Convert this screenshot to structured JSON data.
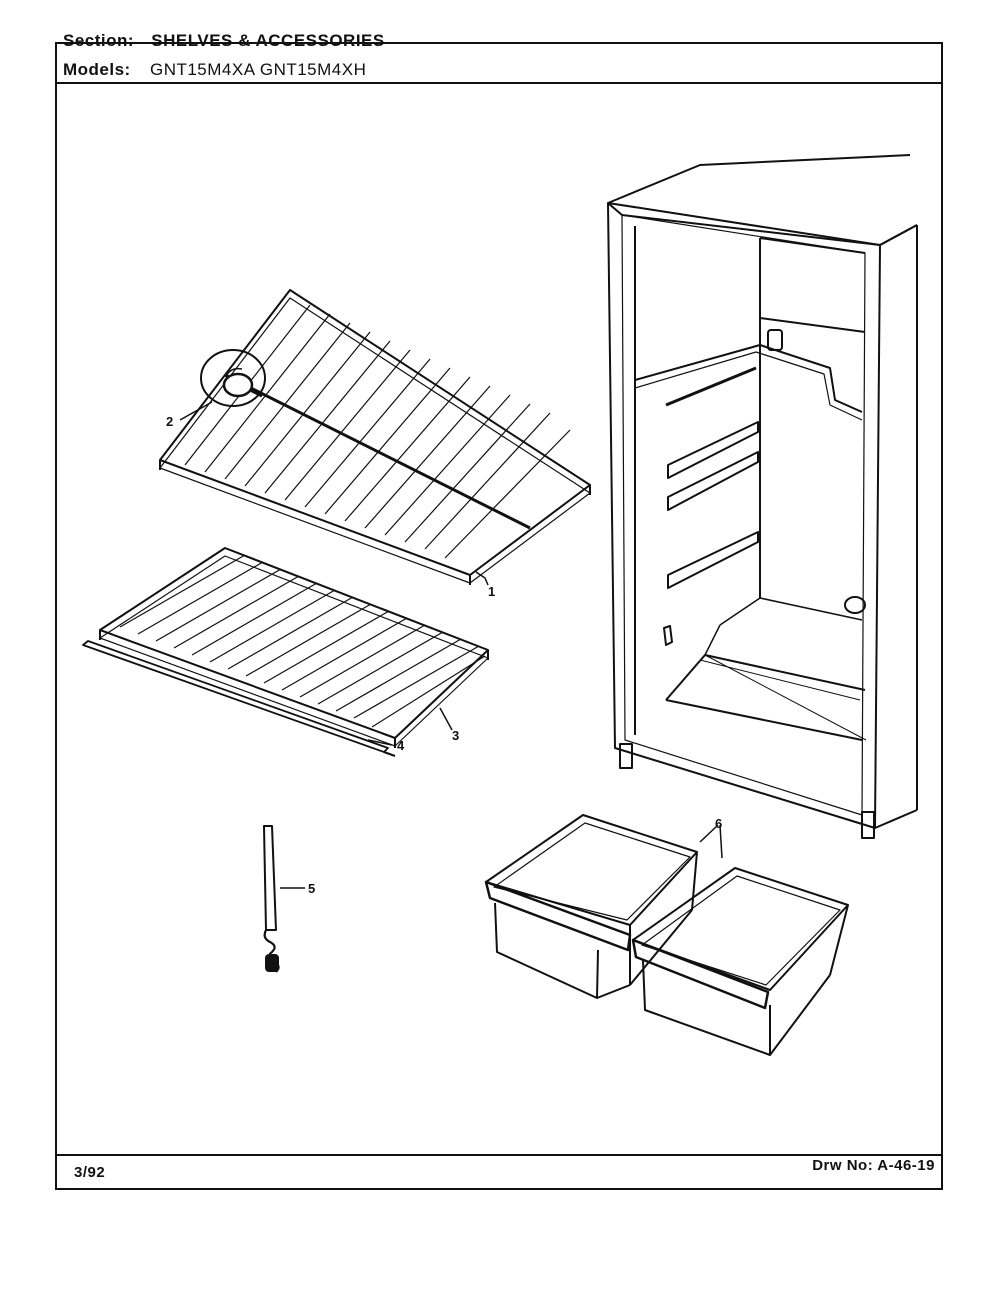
{
  "header": {
    "section_label": "Section:",
    "section_value": "SHELVES & ACCESSORIES",
    "models_label": "Models:",
    "models_value": "GNT15M4XA   GNT15M4XH"
  },
  "footer": {
    "date": "3/92",
    "drawing_number": "Drw No:  A-46-19"
  },
  "callouts": [
    "1",
    "2",
    "3",
    "4",
    "5",
    "6"
  ]
}
